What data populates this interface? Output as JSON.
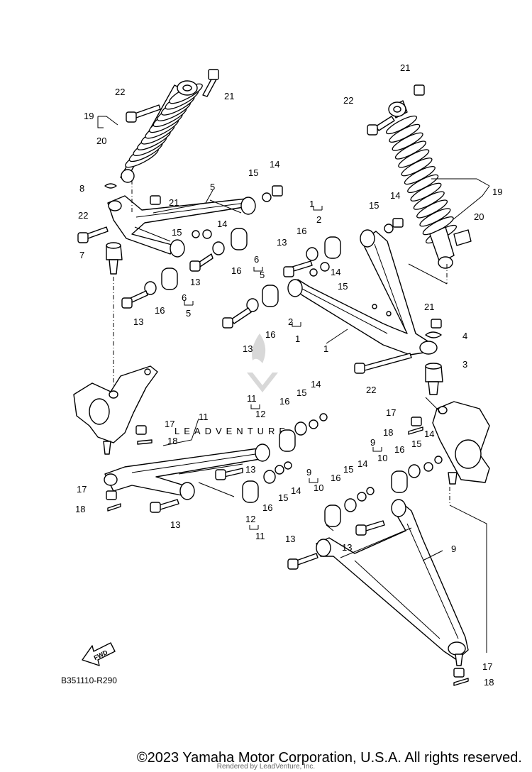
{
  "diagram": {
    "reference_code": "B351110-R290",
    "fwd_label": "FWD",
    "watermark": "LEADVENTURE",
    "callouts": [
      {
        "id": "c1",
        "label": "22"
      },
      {
        "id": "c2",
        "label": "21"
      },
      {
        "id": "c3",
        "label": "19"
      },
      {
        "id": "c4",
        "label": "20"
      },
      {
        "id": "c5",
        "label": "8"
      },
      {
        "id": "c6",
        "label": "21"
      },
      {
        "id": "c7",
        "label": "5"
      },
      {
        "id": "c8",
        "label": "15"
      },
      {
        "id": "c9",
        "label": "14"
      },
      {
        "id": "c10",
        "label": "22"
      },
      {
        "id": "c11",
        "label": "7"
      },
      {
        "id": "c12",
        "label": "15"
      },
      {
        "id": "c13",
        "label": "14"
      },
      {
        "id": "c14",
        "label": "13"
      },
      {
        "id": "c15",
        "label": "16"
      },
      {
        "id": "c16",
        "label": "6"
      },
      {
        "id": "c17",
        "label": "5"
      },
      {
        "id": "c18",
        "label": "16"
      },
      {
        "id": "c19",
        "label": "6"
      },
      {
        "id": "c20",
        "label": "5"
      },
      {
        "id": "c21",
        "label": "13"
      },
      {
        "id": "c22",
        "label": "21"
      },
      {
        "id": "c23",
        "label": "22"
      },
      {
        "id": "c24",
        "label": "19"
      },
      {
        "id": "c25",
        "label": "14"
      },
      {
        "id": "c26",
        "label": "15"
      },
      {
        "id": "c27",
        "label": "20"
      },
      {
        "id": "c28",
        "label": "1"
      },
      {
        "id": "c29",
        "label": "2"
      },
      {
        "id": "c30",
        "label": "16"
      },
      {
        "id": "c31",
        "label": "13"
      },
      {
        "id": "c32",
        "label": "14"
      },
      {
        "id": "c33",
        "label": "15"
      },
      {
        "id": "c34",
        "label": "16"
      },
      {
        "id": "c35",
        "label": "2"
      },
      {
        "id": "c36",
        "label": "1"
      },
      {
        "id": "c37",
        "label": "13"
      },
      {
        "id": "c38",
        "label": "1"
      },
      {
        "id": "c39",
        "label": "21"
      },
      {
        "id": "c40",
        "label": "4"
      },
      {
        "id": "c41",
        "label": "3"
      },
      {
        "id": "c42",
        "label": "22"
      },
      {
        "id": "c43",
        "label": "11"
      },
      {
        "id": "c44",
        "label": "12"
      },
      {
        "id": "c45",
        "label": "16"
      },
      {
        "id": "c46",
        "label": "15"
      },
      {
        "id": "c47",
        "label": "14"
      },
      {
        "id": "c48",
        "label": "11"
      },
      {
        "id": "c49",
        "label": "17"
      },
      {
        "id": "c50",
        "label": "18"
      },
      {
        "id": "c51",
        "label": "17"
      },
      {
        "id": "c52",
        "label": "18"
      },
      {
        "id": "c53",
        "label": "9"
      },
      {
        "id": "c54",
        "label": "10"
      },
      {
        "id": "c55",
        "label": "16"
      },
      {
        "id": "c56",
        "label": "15"
      },
      {
        "id": "c57",
        "label": "14"
      },
      {
        "id": "c58",
        "label": "13"
      },
      {
        "id": "c59",
        "label": "16"
      },
      {
        "id": "c60",
        "label": "15"
      },
      {
        "id": "c61",
        "label": "14"
      },
      {
        "id": "c62",
        "label": "17"
      },
      {
        "id": "c63",
        "label": "18"
      },
      {
        "id": "c64",
        "label": "13"
      },
      {
        "id": "c65",
        "label": "12"
      },
      {
        "id": "c66",
        "label": "11"
      },
      {
        "id": "c67",
        "label": "9"
      },
      {
        "id": "c68",
        "label": "10"
      },
      {
        "id": "c69",
        "label": "16"
      },
      {
        "id": "c70",
        "label": "15"
      },
      {
        "id": "c71",
        "label": "14"
      },
      {
        "id": "c72",
        "label": "13"
      },
      {
        "id": "c73",
        "label": "13"
      },
      {
        "id": "c74",
        "label": "9"
      },
      {
        "id": "c75",
        "label": "17"
      },
      {
        "id": "c76",
        "label": "18"
      }
    ]
  },
  "footer": {
    "copyright": "©2023 Yamaha Motor Corporation, U.S.A. All rights reserved.",
    "rendered_by": "Rendered by LeadVenture, Inc."
  }
}
